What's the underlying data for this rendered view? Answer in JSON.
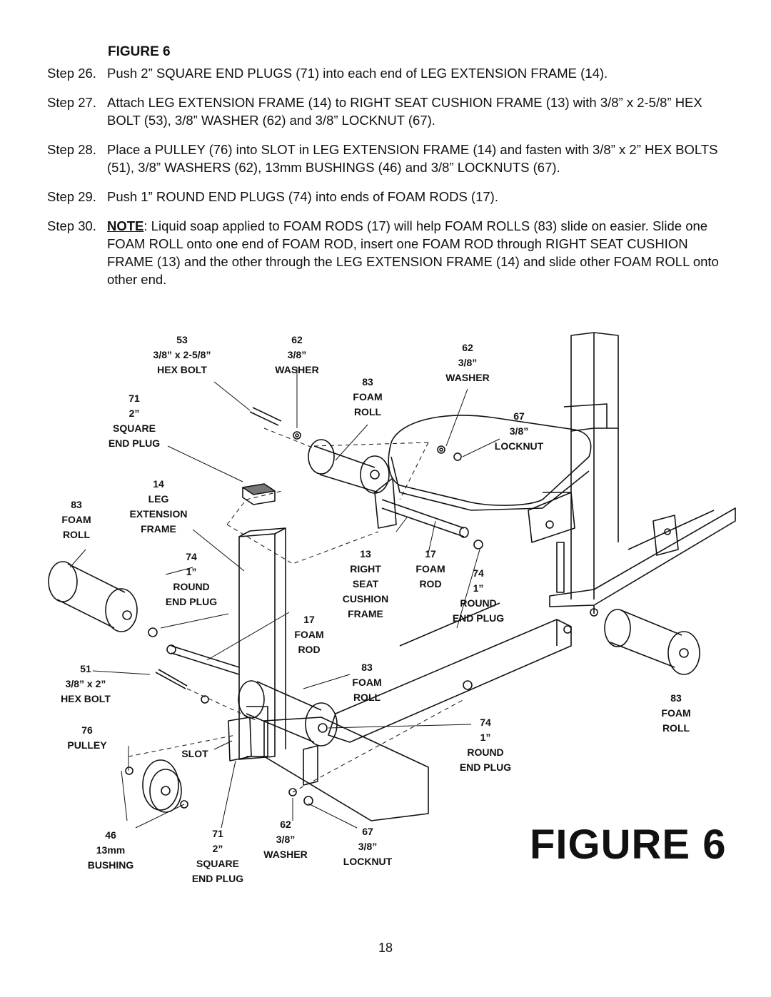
{
  "header": {
    "figure_label": "FIGURE 6"
  },
  "steps": [
    {
      "number": "Step 26.",
      "text": "Push 2” SQUARE END PLUGS (71) into each end of LEG EXTENSION FRAME (14)."
    },
    {
      "number": "Step 27.",
      "text": "Attach LEG EXTENSION FRAME (14) to RIGHT SEAT CUSHION FRAME (13) with 3/8” x 2-5/8” HEX BOLT (53), 3/8” WASHER (62) and 3/8” LOCKNUT (67)."
    },
    {
      "number": "Step 28.",
      "text": "Place a PULLEY (76) into SLOT in LEG EXTENSION FRAME (14) and fasten with 3/8” x 2” HEX BOLTS (51), 3/8” WASHERS (62), 13mm BUSHINGS (46) and 3/8” LOCKNUTS (67)."
    },
    {
      "number": "Step 29.",
      "text": "Push 1” ROUND END PLUGS (74) into ends of FOAM RODS (17)."
    },
    {
      "number": "Step 30.",
      "note": "NOTE",
      "text": ": Liquid soap applied to FOAM RODS (17) will help FOAM ROLLS (83) slide on easier. Slide one FOAM ROLL onto one end of FOAM ROD, insert one FOAM ROD through RIGHT SEAT CUSHION FRAME (13) and the other through the LEG EXTENSION FRAME (14) and slide other FOAM ROLL onto other end."
    }
  ],
  "diagram": {
    "labels": {
      "hex_bolt_53": [
        "53",
        "3/8” x 2-5/8”",
        "HEX BOLT"
      ],
      "washer_62_top": [
        "62",
        "3/8”",
        "WASHER"
      ],
      "washer_62_right": [
        "62",
        "3/8”",
        "WASHER"
      ],
      "foam_roll_83_top": [
        "83",
        "FOAM",
        "ROLL"
      ],
      "locknut_67_top": [
        "67",
        "3/8”",
        "LOCKNUT"
      ],
      "square_plug_71_top": [
        "71",
        "2”",
        "SQUARE",
        "END PLUG"
      ],
      "leg_frame_14": [
        "14",
        "LEG",
        "EXTENSION",
        "FRAME"
      ],
      "foam_roll_83_left": [
        "83",
        "FOAM",
        "ROLL"
      ],
      "round_plug_74_left": [
        "74",
        "1”",
        "ROUND",
        "END PLUG"
      ],
      "seat_frame_13": [
        "13",
        "RIGHT",
        "SEAT",
        "CUSHION",
        "FRAME"
      ],
      "foam_rod_17_top": [
        "17",
        "FOAM",
        "ROD"
      ],
      "round_plug_74_right": [
        "74",
        "1”",
        "ROUND",
        "END PLUG"
      ],
      "foam_rod_17_mid": [
        "17",
        "FOAM",
        "ROD"
      ],
      "hex_bolt_51": [
        "51",
        "3/8” x 2”",
        "HEX BOLT"
      ],
      "foam_roll_83_mid": [
        "83",
        "FOAM",
        "ROLL"
      ],
      "foam_roll_83_right": [
        "83",
        "FOAM",
        "ROLL"
      ],
      "pulley_76": [
        "76",
        "PULLEY"
      ],
      "slot": [
        "SLOT"
      ],
      "round_plug_74_bottom": [
        "74",
        "1”",
        "ROUND",
        "END PLUG"
      ],
      "bushing_46": [
        "46",
        "13mm",
        "BUSHING"
      ],
      "square_plug_71_bottom": [
        "71",
        "2”",
        "SQUARE",
        "END PLUG"
      ],
      "washer_62_bottom": [
        "62",
        "3/8”",
        "WASHER"
      ],
      "locknut_67_bottom": [
        "67",
        "3/8”",
        "LOCKNUT"
      ]
    }
  },
  "footer": {
    "figure_caption": "FIGURE 6",
    "page_number": "18"
  }
}
